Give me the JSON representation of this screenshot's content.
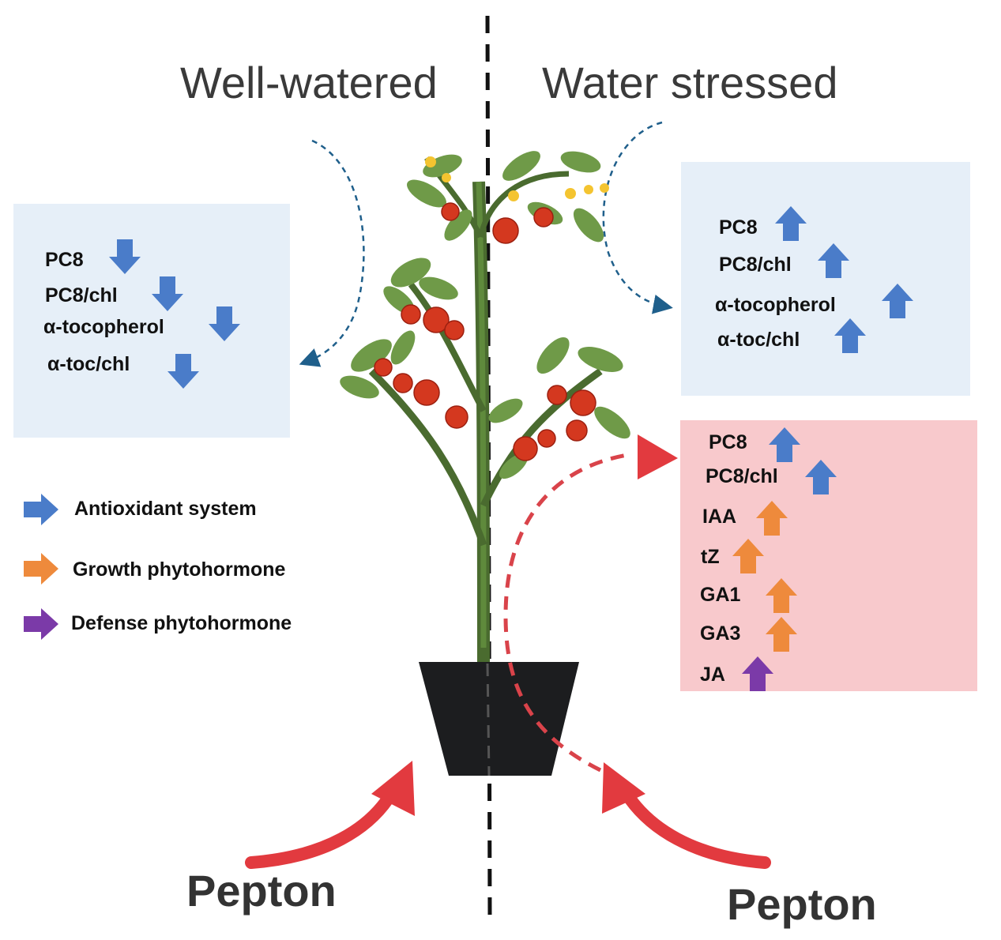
{
  "headings": {
    "left": "Well-watered",
    "right": "Water stressed"
  },
  "well_watered_box": {
    "direction": "down",
    "color": "#4a7cc9",
    "items": [
      "PC8",
      "PC8/chl",
      "α-tocopherol",
      "α-toc/chl"
    ]
  },
  "water_stressed_box": {
    "direction": "up",
    "color": "#4a7cc9",
    "items": [
      "PC8",
      "PC8/chl",
      "α-tocopherol",
      "α-toc/chl"
    ]
  },
  "pepton_box": {
    "direction": "up",
    "items": [
      {
        "label": "PC8",
        "type": "antioxidant"
      },
      {
        "label": "PC8/chl",
        "type": "antioxidant"
      },
      {
        "label": "IAA",
        "type": "growth"
      },
      {
        "label": "tZ",
        "type": "growth"
      },
      {
        "label": "GA1",
        "type": "growth"
      },
      {
        "label": "GA3",
        "type": "growth"
      },
      {
        "label": "JA",
        "type": "defense"
      }
    ]
  },
  "legend": [
    {
      "label": "Antioxidant system",
      "color": "#4a7cc9"
    },
    {
      "label": "Growth phytohormone",
      "color": "#ee8a3c"
    },
    {
      "label": "Defense phytohormone",
      "color": "#7b3aa8"
    }
  ],
  "treatment": {
    "left": "Pepton",
    "right": "Pepton"
  },
  "colors": {
    "antioxidant": "#4a7cc9",
    "growth": "#ee8a3c",
    "defense": "#7b3aa8",
    "blue_box": "#e6eff8",
    "pink_box": "#f8c9cc",
    "pepton_arrow": "#e23a3f"
  }
}
